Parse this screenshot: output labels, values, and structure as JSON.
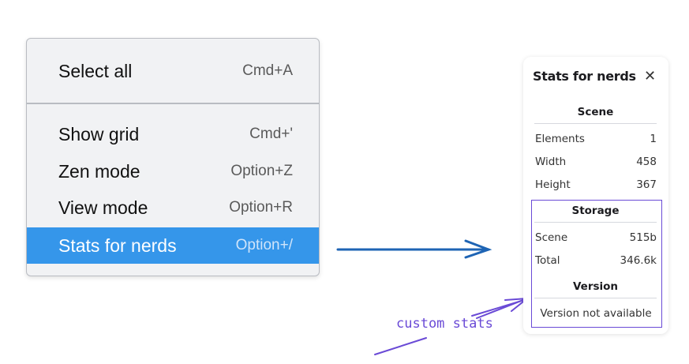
{
  "menu": {
    "items": [
      {
        "label": "Select all",
        "shortcut": "Cmd+A"
      },
      {
        "label": "Show grid",
        "shortcut": "Cmd+'"
      },
      {
        "label": "Zen mode",
        "shortcut": "Option+Z"
      },
      {
        "label": "View mode",
        "shortcut": "Option+R"
      },
      {
        "label": "Stats for nerds",
        "shortcut": "Option+/",
        "active": true
      }
    ]
  },
  "panel": {
    "title": "Stats for nerds",
    "close_icon": "close-icon",
    "scene": {
      "heading": "Scene",
      "rows": [
        {
          "label": "Elements",
          "value": "1"
        },
        {
          "label": "Width",
          "value": "458"
        },
        {
          "label": "Height",
          "value": "367"
        }
      ]
    },
    "storage": {
      "heading": "Storage",
      "rows": [
        {
          "label": "Scene",
          "value": "515b"
        },
        {
          "label": "Total",
          "value": "346.6k"
        }
      ]
    },
    "version": {
      "heading": "Version",
      "text": "Version not available"
    }
  },
  "annotation": {
    "text": "custom stats",
    "color": "#6a4ad6"
  },
  "colors": {
    "highlight": "#3596ea",
    "arrow": "#1e64b4",
    "annotation": "#6a4ad6"
  }
}
